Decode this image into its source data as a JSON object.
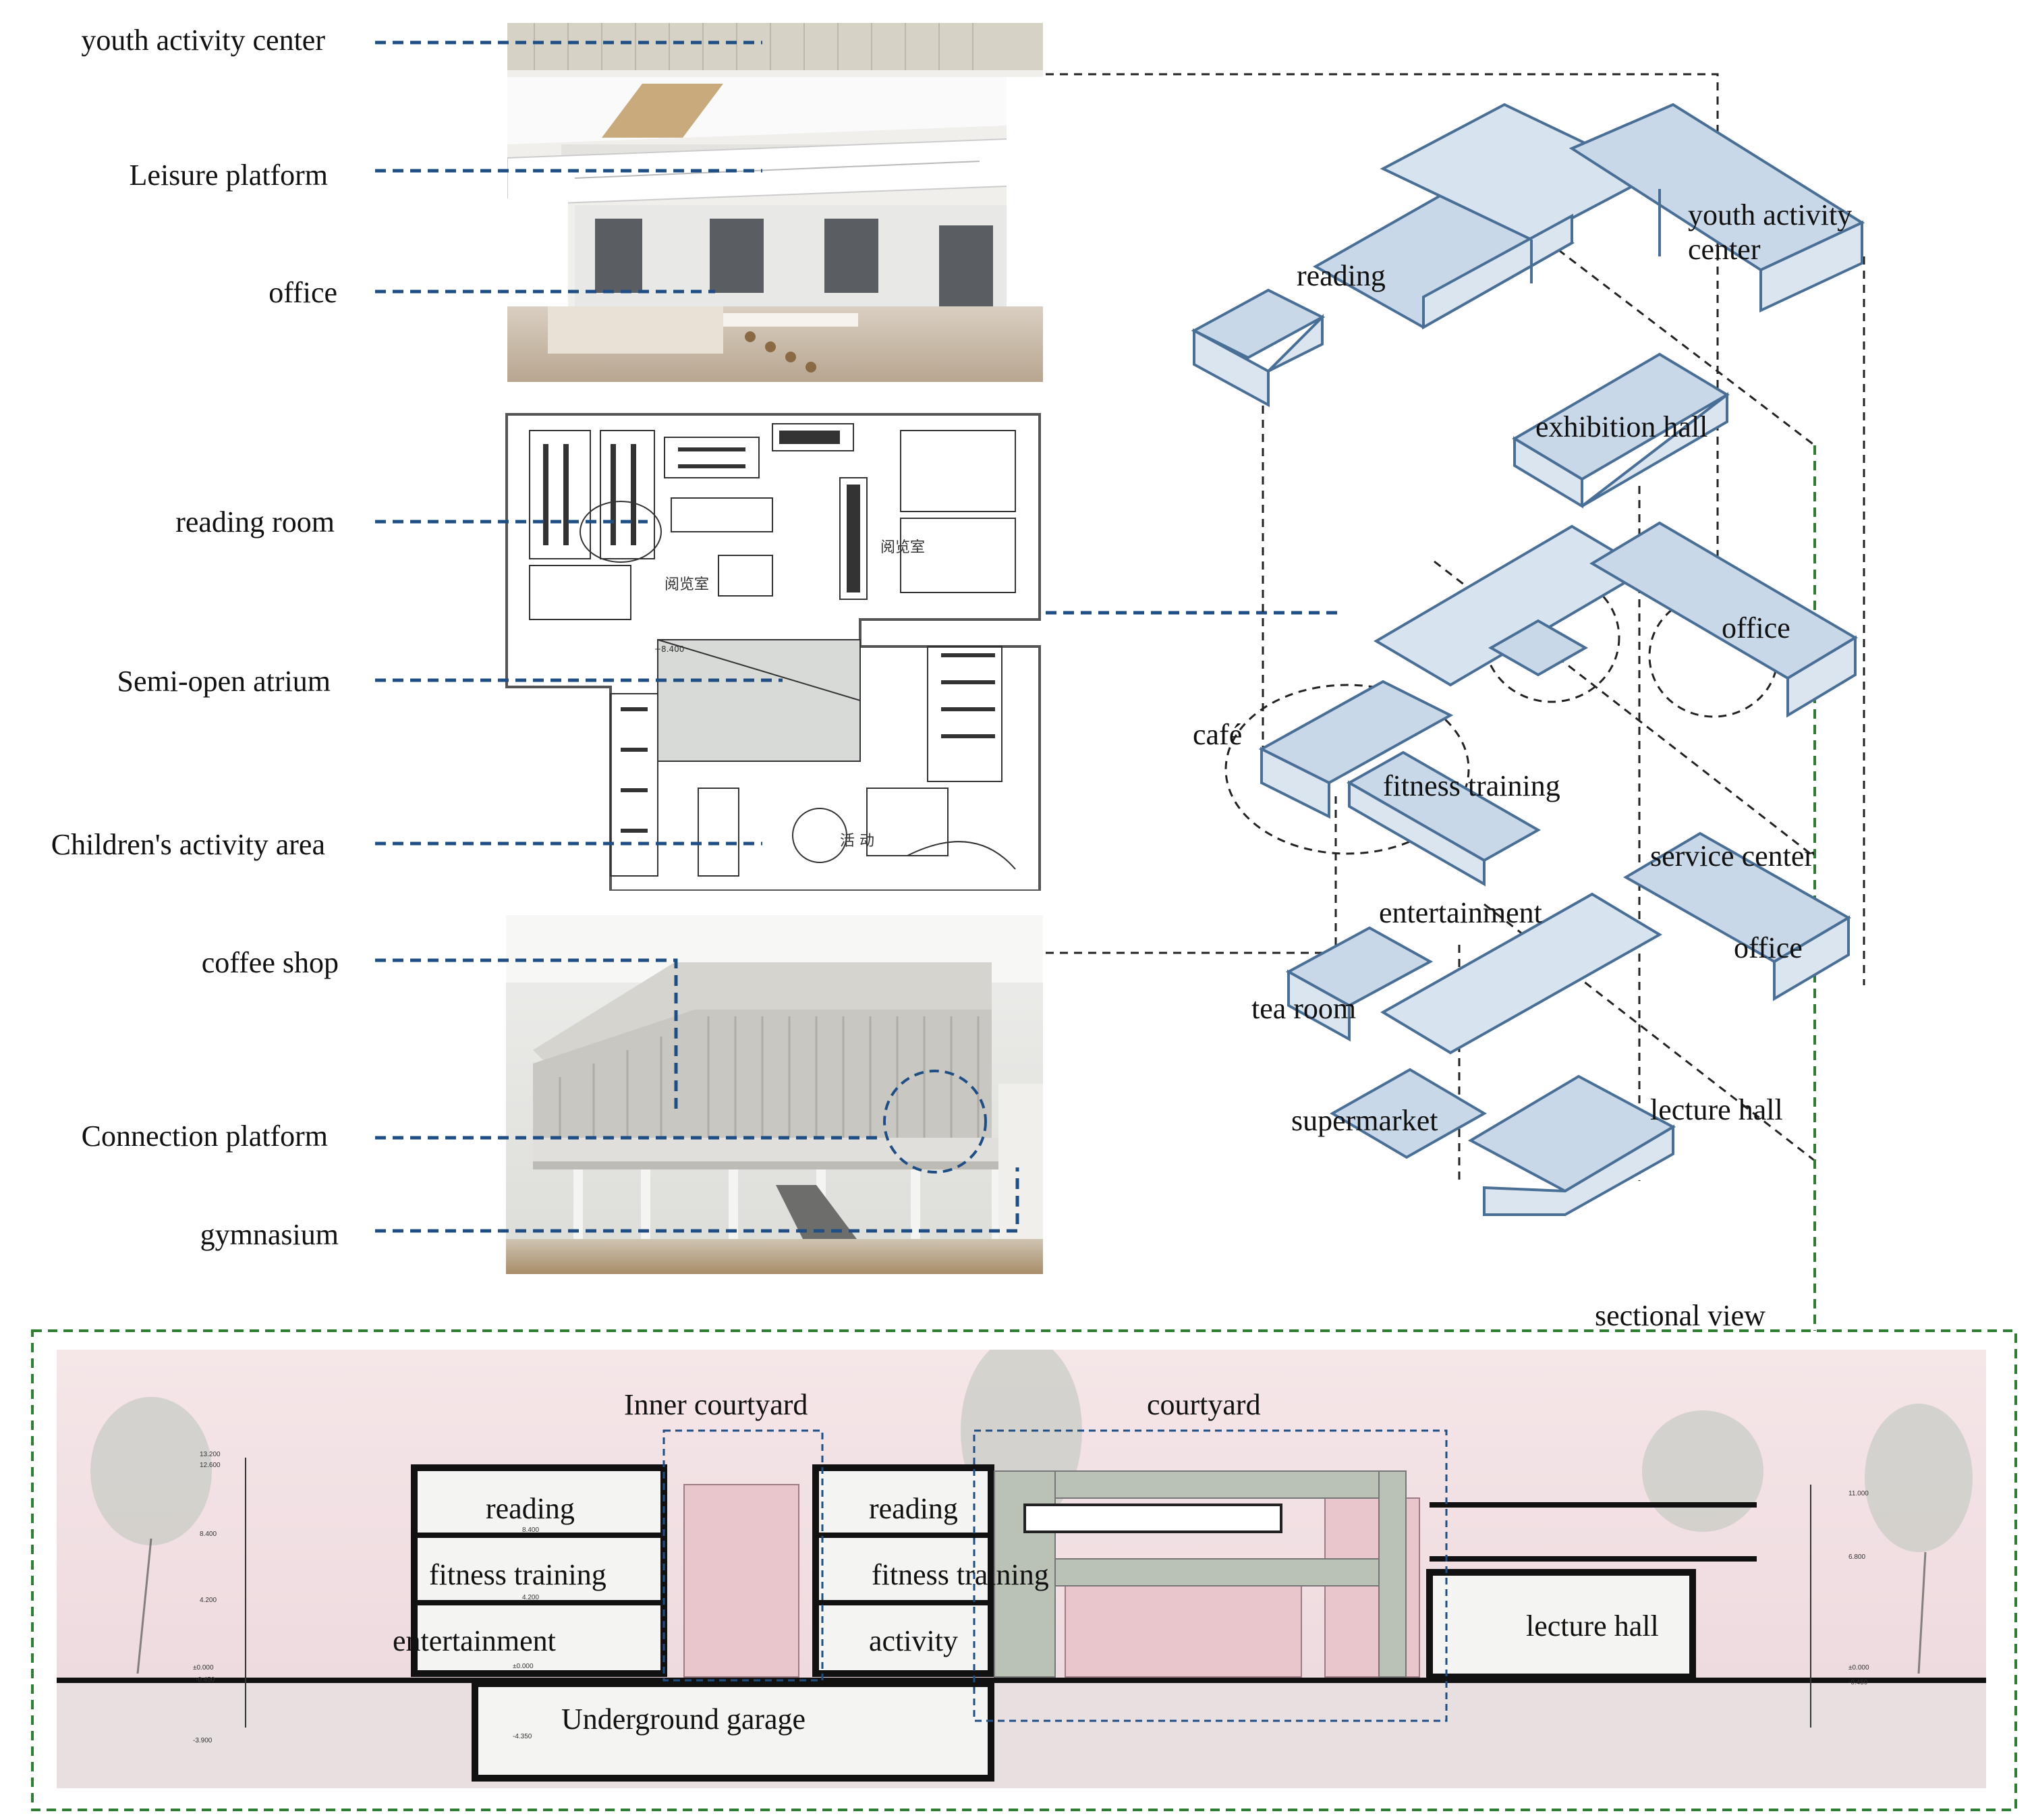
{
  "left_labels": [
    {
      "id": "youth-activity-center",
      "text": "youth activity center"
    },
    {
      "id": "leisure-platform",
      "text": "Leisure platform"
    },
    {
      "id": "office",
      "text": "office"
    },
    {
      "id": "reading-room",
      "text": "reading room"
    },
    {
      "id": "semi-open-atrium",
      "text": "Semi-open atrium"
    },
    {
      "id": "childrens-activity-area",
      "text": "Children's activity area"
    },
    {
      "id": "coffee-shop",
      "text": "coffee shop"
    },
    {
      "id": "connection-platform",
      "text": "Connection platform"
    },
    {
      "id": "gymnasium",
      "text": "gymnasium"
    }
  ],
  "plan": {
    "room_label_1": "阅览室",
    "room_label_2": "阅览室",
    "room_label_3": "活  动",
    "elevation_mark": "+8.400"
  },
  "iso": {
    "top": {
      "reading": "reading",
      "youth_activity_center": "youth activity\ncenter"
    },
    "exhibition": {
      "exhibition_hall": "exhibition hall"
    },
    "middle": {
      "office": "office",
      "cafe": "café",
      "fitness_training": "fitness training"
    },
    "bottom": {
      "service_center": "service center",
      "entertainment": "entertainment",
      "office": "office",
      "tea_room": "tea room",
      "supermarket": "supermarket",
      "lecture_hall": "lecture hall"
    }
  },
  "section": {
    "title": "sectional view",
    "inner_courtyard": "Inner courtyard",
    "courtyard": "courtyard",
    "rooms": {
      "reading_left": "reading",
      "fitness_left": "fitness training",
      "entertainment_left": "entertainment",
      "reading_right": "reading",
      "fitness_right": "fitness training",
      "activity": "activity",
      "underground_garage": "Underground garage",
      "lecture_hall": "lecture hall"
    },
    "dims_left": [
      "13.200",
      "12.600",
      "8.400",
      "4.200",
      "±0.000",
      "-0.450",
      "-3.900"
    ],
    "dims_right": [
      "11.000",
      "6.800",
      "±0.000",
      "-0.450"
    ],
    "dims_inline": [
      "8.400",
      "4.200",
      "±0.000",
      "-4.350"
    ]
  },
  "colors": {
    "leader_blue": "#1f4e85",
    "iso_blue": "#4a6f96",
    "iso_fill": "#c9d8e8",
    "section_green": "#2e7d32",
    "section_pink": "#f2dfe3",
    "wall_green": "#b9c2b4"
  }
}
